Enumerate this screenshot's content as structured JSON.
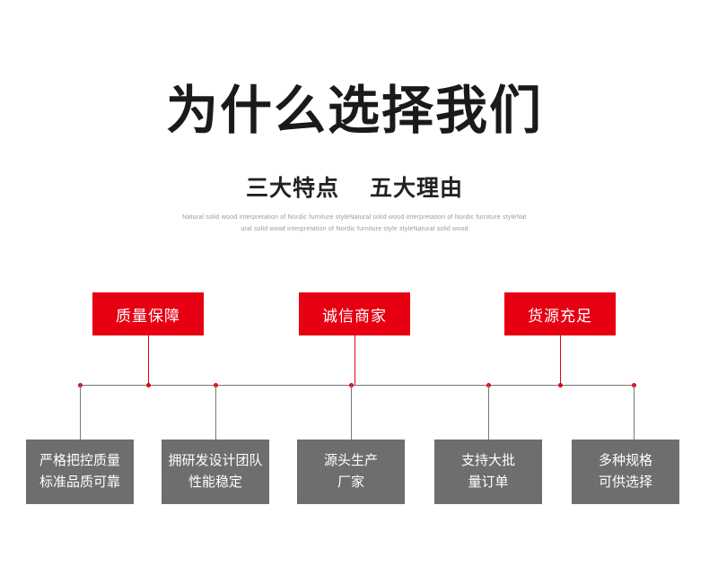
{
  "heading": {
    "title": "为什么选择我们",
    "subtitle_left": "三大特点",
    "subtitle_right": "五大理由",
    "description_line1": "Natural solid wood interpretation of Nordic furniture styleNatural solid wood interpretation of Nordic furniture styleNat",
    "description_line2": "ural solid wood interpretation of Nordic furniture style styleNatural solid wood"
  },
  "colors": {
    "feature_box": "#e60012",
    "reason_box": "#6e6e6e",
    "connector": "#777777",
    "title_text": "#1a1a1a",
    "description_text": "#9a9a9a"
  },
  "features": [
    {
      "label": "质量保障"
    },
    {
      "label": "诚信商家"
    },
    {
      "label": "货源充足"
    }
  ],
  "reasons": [
    {
      "label": "严格把控质量\n标准品质可靠"
    },
    {
      "label": "拥研发设计团队\n性能稳定"
    },
    {
      "label": "源头生产\n厂家"
    },
    {
      "label": "支持大批\n量订单"
    },
    {
      "label": "多种规格\n可供选择"
    }
  ]
}
